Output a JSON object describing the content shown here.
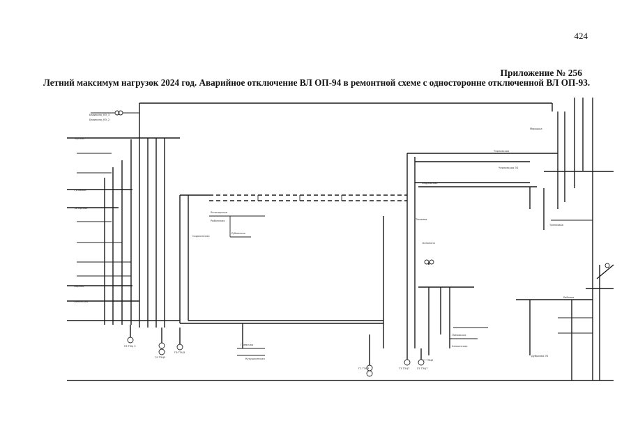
{
  "page_number": "424",
  "appendix_label": "Приложение № 256",
  "caption": "Летний максимум нагрузок 2024 год. Аварийное отключение ВЛ ОП-94 в ремонтной схеме с односторонне отключенной ВЛ ОП-93.",
  "diagram": {
    "substation_labels": [
      "Бавикино_КЭ_3",
      "Бавикино_КЭ_2",
      "Тирская",
      "Гуляевка",
      "Тагирская",
      "Мирная",
      "Ленинская",
      "Ясногорская",
      "Рыбинская",
      "Рубинская",
      "Черновская",
      "Черновская ЭЗ",
      "Кедровская",
      "Тренковая",
      "Мирошка",
      "Безанхна",
      "Тишкова",
      "Сорочинская",
      "Гремячая",
      "Кукушкинская",
      "Ломовская",
      "Ханкинская",
      "Рябовка",
      "Дубровка ЭЗ"
    ],
    "generator_labels": [
      "Г8 ТЭЦ 3",
      "Г9 ТЭЦ5",
      "Г6 ТЭЦ5",
      "Г2 ТЭЦ5",
      "Г3 ТЭЦ7",
      "Г5 ТЭЦ7",
      "Г7 ТЭЦ2"
    ]
  }
}
